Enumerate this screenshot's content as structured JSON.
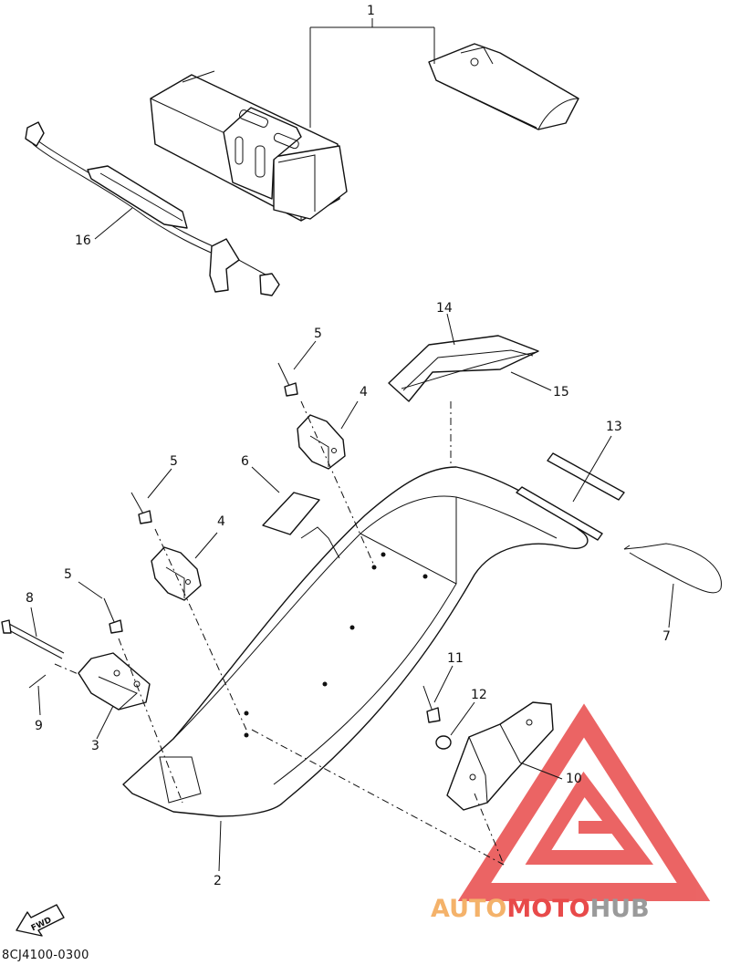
{
  "diagram": {
    "callouts": {
      "p1": "1",
      "p2": "2",
      "p3": "3",
      "p4a": "4",
      "p4b": "4",
      "p5a": "5",
      "p5b": "5",
      "p5c": "5",
      "p6": "6",
      "p7": "7",
      "p8": "8",
      "p9": "9",
      "p10": "10",
      "p11": "11",
      "p12": "12",
      "p13": "13",
      "p14": "14",
      "p15": "15",
      "p16": "16"
    },
    "drawing_code": "8CJ4100-0300",
    "direction_label": "FWD"
  },
  "watermark": {
    "part1": "AUTO",
    "part2": "MOTO",
    "part3": "HUB",
    "colors": {
      "red": "#e84a4a",
      "orange": "#f4b26a",
      "gray": "#9a9a9a"
    }
  }
}
